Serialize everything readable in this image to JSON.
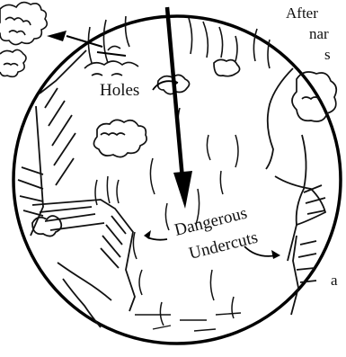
{
  "labels": {
    "holes": "Holes",
    "dangerous": "Dangerous",
    "undercuts": "Undercuts"
  },
  "side_text": [
    "After",
    "nar",
    "s",
    "a"
  ]
}
